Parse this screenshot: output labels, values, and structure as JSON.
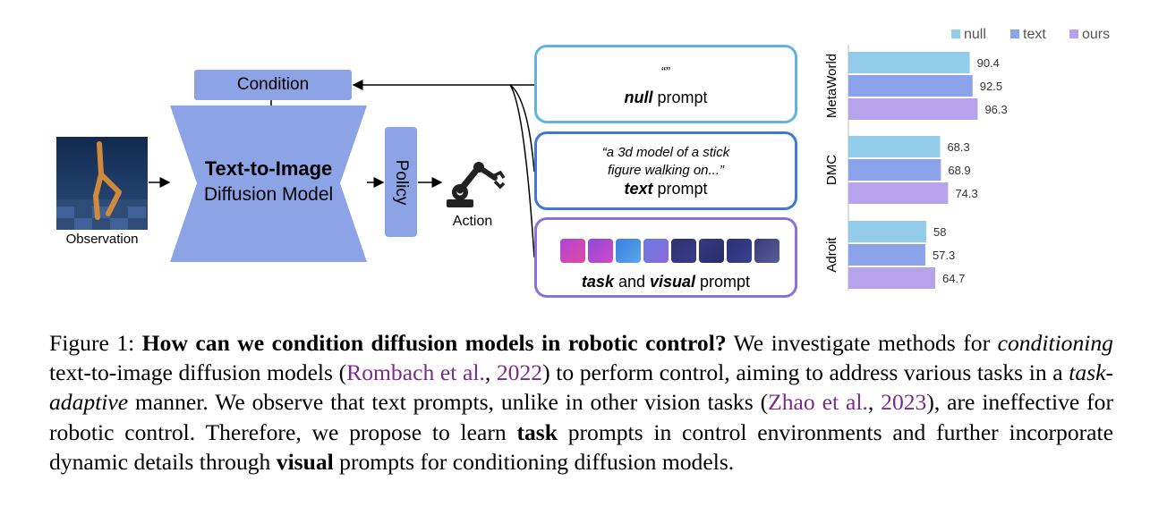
{
  "diagram": {
    "observation_label": "Observation",
    "condition_label": "Condition",
    "diffusion_title": "Text-to-Image",
    "diffusion_subtitle": "Diffusion Model",
    "policy_label": "Policy",
    "action_label": "Action",
    "prompts": {
      "null": {
        "quote": "“”",
        "keyword": "null",
        "suffix": " prompt"
      },
      "text": {
        "quote_line1": "“a 3d model of a stick",
        "quote_line2": "figure walking on...”",
        "keyword": "text",
        "suffix": " prompt"
      },
      "visual": {
        "keyword1": "task",
        "middle": " and ",
        "keyword2": "visual",
        "suffix": " prompt"
      }
    },
    "colors": {
      "diffusion_fill": "#8ca4e6",
      "null_border": "#62b4e0",
      "text_border": "#3e7ad4",
      "visual_border": "#8b72d8"
    }
  },
  "chart_data": {
    "type": "bar",
    "orientation": "horizontal",
    "legend_position": "top-right",
    "categories": [
      "MetaWorld",
      "DMC",
      "Adroit"
    ],
    "series": [
      {
        "name": "null",
        "color": "#93cdea",
        "values": [
          90.4,
          68.3,
          58
        ]
      },
      {
        "name": "text",
        "color": "#8aa3ea",
        "values": [
          92.5,
          68.9,
          57.3
        ]
      },
      {
        "name": "ours",
        "color": "#b7a3ec",
        "values": [
          96.3,
          74.3,
          64.7
        ]
      }
    ],
    "labels": [
      [
        "90.4",
        "92.5",
        "96.3"
      ],
      [
        "68.3",
        "68.9",
        "74.3"
      ],
      [
        "58",
        "57.3",
        "64.7"
      ]
    ],
    "grid": false
  },
  "caption": {
    "fig_label": "Figure 1: ",
    "bold_title": "How can we condition diffusion models in robotic control?",
    "s1": " We investigate methods for ",
    "s1_italic": "conditioning",
    "s2": " text-to-image diffusion models (",
    "cite1_name": "Rombach et al.",
    "cite_sep1": ", ",
    "cite1_year": "2022",
    "s3": ") to perform control, aiming to address various tasks in a ",
    "s3_italic": "task-adaptive",
    "s4": " manner. We observe that text prompts, unlike in other vision tasks (",
    "cite2_name": "Zhao et al.",
    "cite_sep2": ", ",
    "cite2_year": "2023",
    "s5": "), are ineffective for robotic control. Therefore, we propose to learn ",
    "s5_bold": "task",
    "s6": " prompts in control environments and further incorporate dynamic details through ",
    "s6_bold": "visual",
    "s7": " prompts for conditioning diffusion models."
  }
}
